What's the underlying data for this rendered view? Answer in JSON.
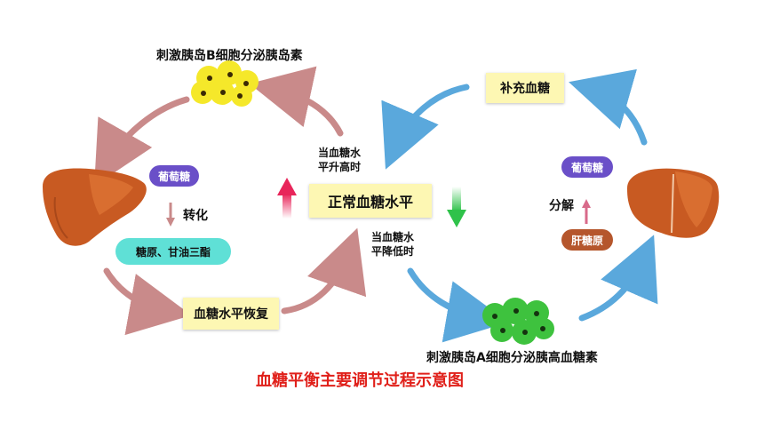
{
  "labels": {
    "b_cell": "刺激胰岛B细胞分泌胰岛素",
    "a_cell": "刺激胰岛A细胞分泌胰高血糖素",
    "normal": "正常血糖水平",
    "high": [
      "当血糖水",
      "平升高时"
    ],
    "low": [
      "当血糖水",
      "平降低时"
    ],
    "recover": "血糖水平恢复",
    "supplement": "补充血糖",
    "glucose_left": "葡萄糖",
    "convert": "转化",
    "glycogen_fat": "糖原、甘油三酯",
    "glucose_right": "葡萄糖",
    "decompose": "分解",
    "liver_glycogen": "肝糖原",
    "title": "血糖平衡主要调节过程示意图"
  },
  "colors": {
    "box_fill": "#fdf7b3",
    "pill_purple": "#6a4fc8",
    "pill_cyan": "#5fe0d6",
    "pill_brown": "#b5562c",
    "arrow_left_cycle": "#c98a8a",
    "arrow_right_cycle": "#5aa8dc",
    "title_red": "#e0201a"
  },
  "icons": [
    "liver-icon-left",
    "liver-icon-right",
    "b-cells-icon",
    "a-cells-icon"
  ]
}
